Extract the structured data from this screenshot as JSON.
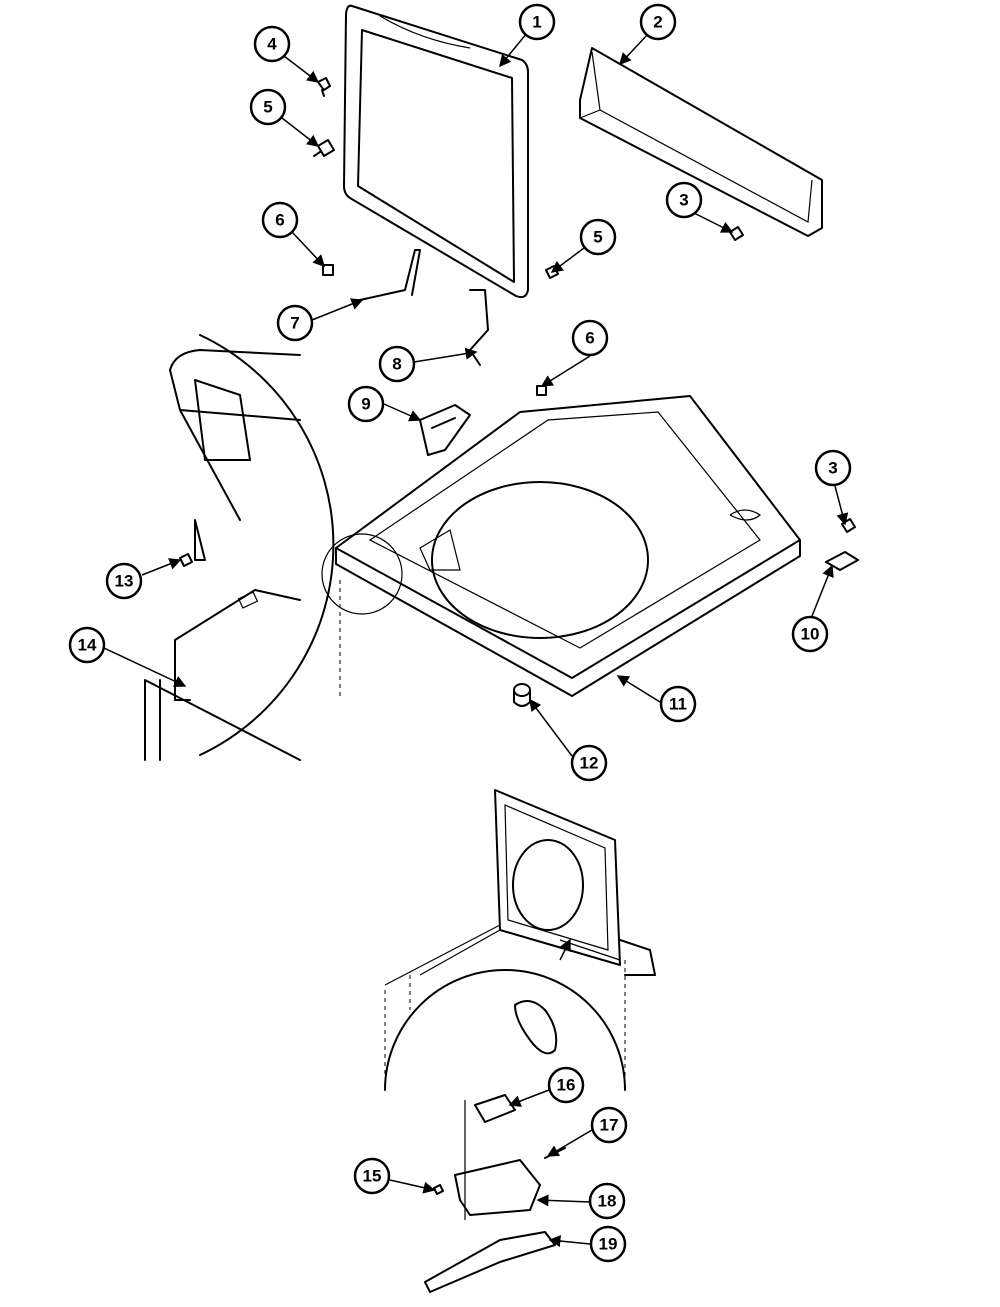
{
  "diagram": {
    "type": "exploded-parts-diagram",
    "callouts": [
      "1",
      "2",
      "3",
      "4",
      "5",
      "5",
      "6",
      "6",
      "7",
      "8",
      "9",
      "3",
      "10",
      "11",
      "12",
      "13",
      "14",
      "16",
      "17",
      "15",
      "18",
      "19"
    ]
  }
}
